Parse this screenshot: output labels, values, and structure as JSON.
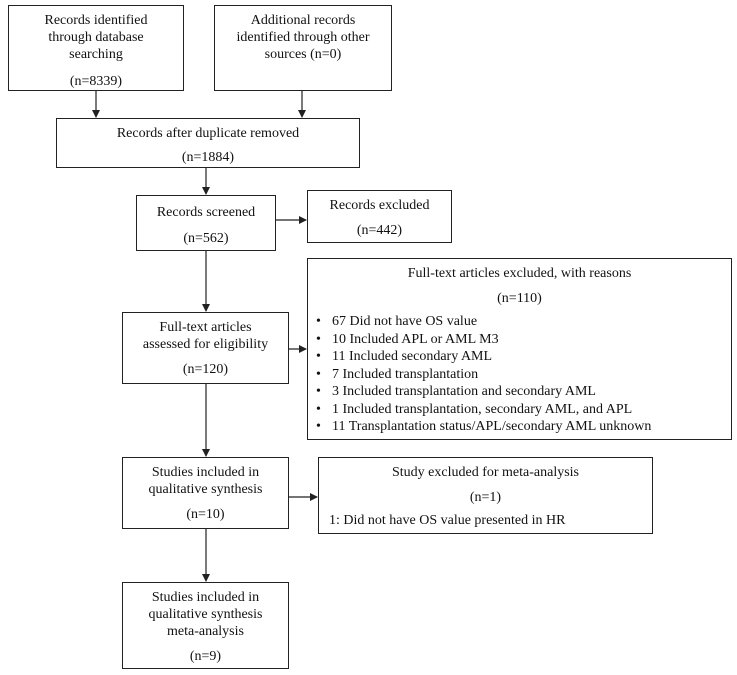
{
  "boxes": {
    "identified": {
      "lines": [
        "Records identified",
        "through database",
        "searching"
      ],
      "count": "(n=8339)"
    },
    "additional": {
      "lines": [
        "Additional records",
        "identified through other",
        "sources (n=0)"
      ]
    },
    "dedup": {
      "lines": [
        "Records after duplicate removed"
      ],
      "count": "(n=1884)"
    },
    "screened": {
      "lines": [
        "Records screened"
      ],
      "count": "(n=562)"
    },
    "excluded": {
      "lines": [
        "Records excluded"
      ],
      "count": "(n=442)"
    },
    "fulltext": {
      "lines": [
        "Full-text articles",
        "assessed for eligibility"
      ],
      "count": "(n=120)"
    },
    "fulltext_excluded": {
      "title": "Full-text articles excluded, with reasons",
      "count": "(n=110)",
      "reasons": [
        "67 Did not have OS value",
        "10 Included APL or AML M3",
        "11 Included secondary AML",
        "7 Included transplantation",
        "3 Included transplantation and secondary AML",
        "1 Included transplantation, secondary AML, and APL",
        "11 Transplantation status/APL/secondary AML unknown"
      ]
    },
    "qualitative": {
      "lines": [
        "Studies included in",
        "qualitative synthesis"
      ],
      "count": "(n=10)"
    },
    "meta_excluded": {
      "title": "Study excluded for meta-analysis",
      "count": "(n=1)",
      "reason": "1: Did not have OS value presented in HR"
    },
    "meta": {
      "lines": [
        "Studies included in",
        "qualitative synthesis",
        "meta-analysis"
      ],
      "count": "(n=9)"
    }
  }
}
